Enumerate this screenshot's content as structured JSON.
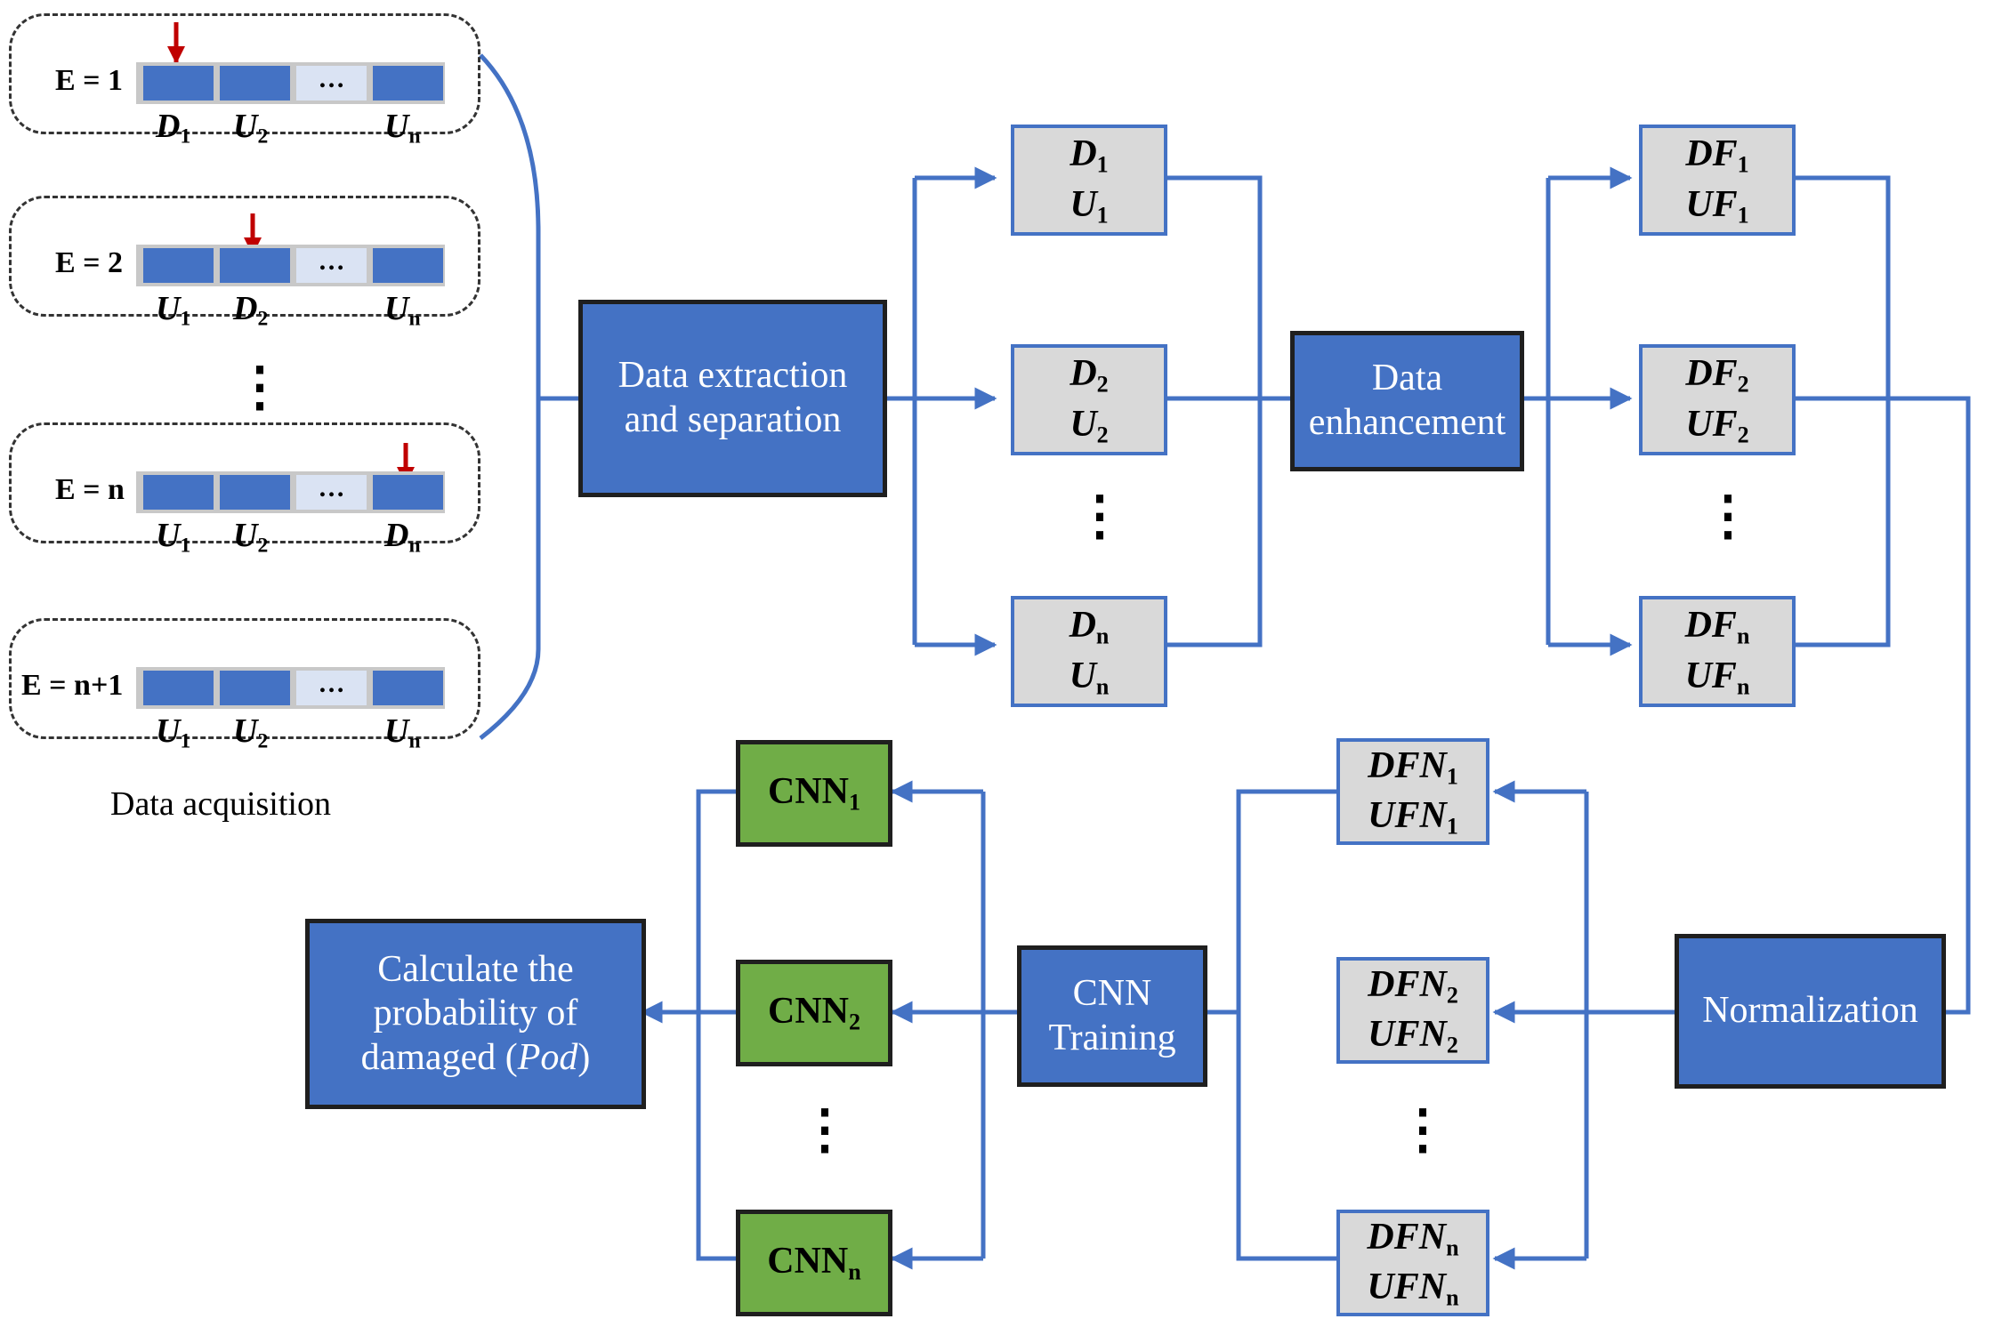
{
  "acquisition": {
    "caption": "Data acquisition",
    "cell_ellipsis": "…",
    "vertical_ellipsis": "⋮",
    "rows": [
      {
        "label": "E = 1",
        "labels": [
          {
            "base": "D",
            "sub": "1"
          },
          {
            "base": "U",
            "sub": "2"
          },
          {
            "base": "U",
            "sub": "n"
          }
        ]
      },
      {
        "label": "E = 2",
        "labels": [
          {
            "base": "U",
            "sub": "1"
          },
          {
            "base": "D",
            "sub": "2"
          },
          {
            "base": "U",
            "sub": "n"
          }
        ]
      },
      {
        "label": "E = n",
        "labels": [
          {
            "base": "U",
            "sub": "1"
          },
          {
            "base": "U",
            "sub": "2"
          },
          {
            "base": "D",
            "sub": "n"
          }
        ]
      },
      {
        "label": "E = n+1",
        "labels": [
          {
            "base": "U",
            "sub": "1"
          },
          {
            "base": "U",
            "sub": "2"
          },
          {
            "base": "U",
            "sub": "n"
          }
        ]
      }
    ]
  },
  "process": {
    "extraction": "Data extraction and separation",
    "enhancement": "Data enhancement",
    "normalization": "Normalization",
    "training": "CNN Training",
    "output_prefix": "Calculate the probability of damaged (",
    "output_italic": "Pod",
    "output_suffix": ")"
  },
  "groups": {
    "raw": [
      {
        "l1": {
          "base": "D",
          "sub": "1"
        },
        "l2": {
          "base": "U",
          "sub": "1"
        }
      },
      {
        "l1": {
          "base": "D",
          "sub": "2"
        },
        "l2": {
          "base": "U",
          "sub": "2"
        }
      },
      {
        "l1": {
          "base": "D",
          "sub": "n"
        },
        "l2": {
          "base": "U",
          "sub": "n"
        }
      }
    ],
    "features": [
      {
        "l1": {
          "base": "DF",
          "sub": "1"
        },
        "l2": {
          "base": "UF",
          "sub": "1"
        }
      },
      {
        "l1": {
          "base": "DF",
          "sub": "2"
        },
        "l2": {
          "base": "UF",
          "sub": "2"
        }
      },
      {
        "l1": {
          "base": "DF",
          "sub": "n"
        },
        "l2": {
          "base": "UF",
          "sub": "n"
        }
      }
    ],
    "normalized": [
      {
        "l1": {
          "base": "DFN",
          "sub": "1"
        },
        "l2": {
          "base": "UFN",
          "sub": "1"
        }
      },
      {
        "l1": {
          "base": "DFN",
          "sub": "2"
        },
        "l2": {
          "base": "UFN",
          "sub": "2"
        }
      },
      {
        "l1": {
          "base": "DFN",
          "sub": "n"
        },
        "l2": {
          "base": "UFN",
          "sub": "n"
        }
      }
    ],
    "cnn": [
      {
        "base": "CNN",
        "sub": "1"
      },
      {
        "base": "CNN",
        "sub": "2"
      },
      {
        "base": "CNN",
        "sub": "n"
      }
    ]
  },
  "colors": {
    "connector": "#4472c4",
    "marker": "#c00000",
    "process_fill": "#4472c4",
    "cnn_fill": "#70ad47",
    "group_fill": "#d9d9d9"
  }
}
